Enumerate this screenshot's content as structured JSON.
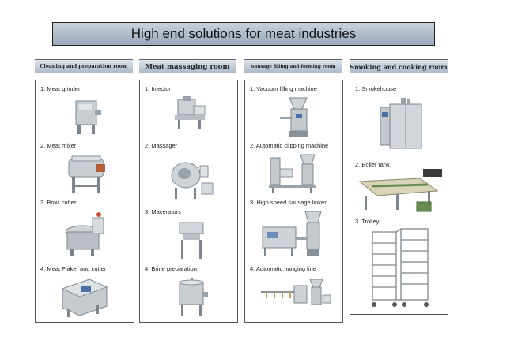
{
  "title": "High end solutions for meat industries",
  "columns": [
    {
      "header": "Cleaning and preparation room",
      "items": [
        "1. Meat grinder",
        "2. Meat mixer",
        "3. Bowl cutter",
        "4. Meat Flaker and cutter"
      ]
    },
    {
      "header": "Meat massaging room",
      "items": [
        "1. Injector",
        "2. Massager",
        "3. Macerators",
        "4. Brine preparation"
      ]
    },
    {
      "header": "Sausage filling and forming room",
      "items": [
        "1. Vacuum filling machine",
        "2. Automatic clipping machine",
        "3. High speed sausage linker",
        "4. Automatic hanging line"
      ]
    },
    {
      "header": "Smoking and cooking room",
      "items": [
        "1. Smokehouse",
        "2. Boiler tank",
        "3. Trolley"
      ]
    }
  ],
  "icons": [
    "meat-grinder-image",
    "meat-mixer-image",
    "bowl-cutter-image",
    "meat-flaker-image",
    "injector-image",
    "massager-image",
    "macerator-image",
    "brine-tank-image",
    "vacuum-filler-image",
    "clipping-machine-image",
    "sausage-linker-image",
    "hanging-line-image",
    "smokehouse-image",
    "boiler-tank-image",
    "trolley-image"
  ]
}
